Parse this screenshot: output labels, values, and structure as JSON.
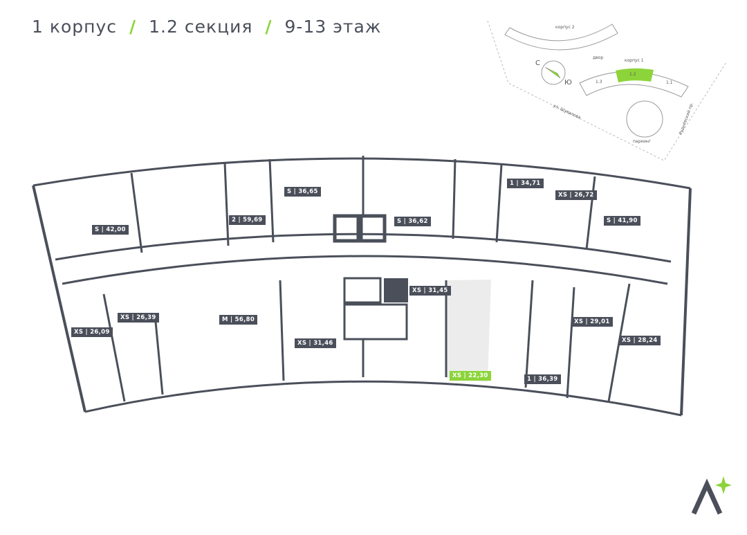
{
  "header": {
    "building": "1 корпус",
    "section": "1.2 секция",
    "floors": "9-13 этаж",
    "separator": "/"
  },
  "colors": {
    "accent": "#8cd43a",
    "wall": "#4a4f5a",
    "selected_fill": "#ececec"
  },
  "key_map": {
    "building2": "корпус 2",
    "building1": "корпус 1",
    "yard": "двор",
    "sections": [
      "1.3",
      "1.2",
      "1.1"
    ],
    "selected_section": "1.2",
    "parking": "паркинг",
    "street1": "ул. Шувалова",
    "street2": "Руднёвский пр.",
    "compass_n": "С",
    "compass_s": "Ю"
  },
  "apartments": [
    {
      "label": "S | 42,00"
    },
    {
      "label": "2 | 59,69"
    },
    {
      "label": "S | 36,65"
    },
    {
      "label": "S | 36,62"
    },
    {
      "label": "1 | 34,71"
    },
    {
      "label": "XS | 26,72"
    },
    {
      "label": "S | 41,90"
    },
    {
      "label": "XS | 31,45"
    },
    {
      "label": "XS | 26,39"
    },
    {
      "label": "M | 56,80"
    },
    {
      "label": "XS | 26,09"
    },
    {
      "label": "XS | 31,46"
    },
    {
      "label": "XS | 29,01"
    },
    {
      "label": "XS | 28,24"
    },
    {
      "label": "1 | 36,39"
    },
    {
      "label": "XS | 22,30",
      "selected": true
    }
  ]
}
